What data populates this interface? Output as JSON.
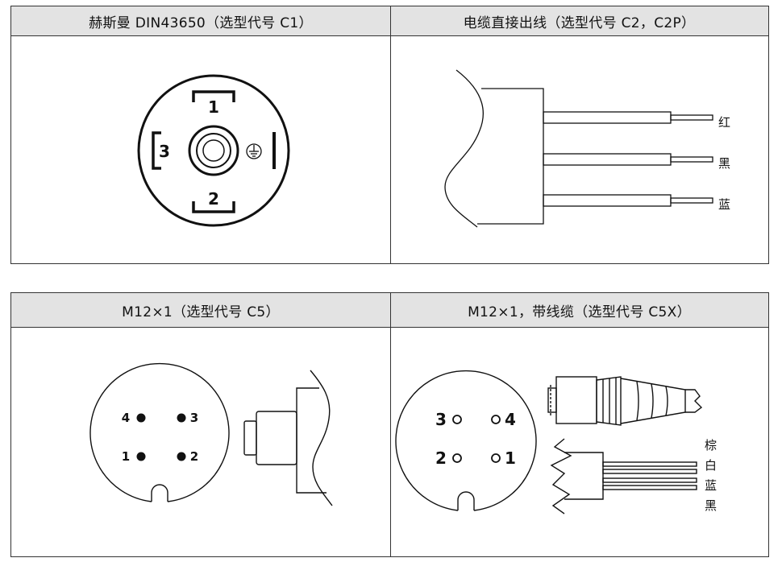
{
  "top": {
    "left_title": "赫斯曼 DIN43650（选型代号 C1）",
    "right_title": "电缆直接出线（选型代号 C2，C2P）",
    "din_pins": [
      "1",
      "2",
      "3"
    ],
    "wires": [
      "红",
      "黑",
      "蓝"
    ]
  },
  "bottom": {
    "left_title": "M12×1（选型代号 C5）",
    "right_title": "M12×1，带线缆（选型代号 C5X）",
    "c5_pins": [
      "4",
      "3",
      "1",
      "2"
    ],
    "c5x_pins": [
      "3",
      "4",
      "2",
      "1"
    ],
    "c5x_wires": [
      "棕",
      "白",
      "蓝",
      "黑"
    ]
  }
}
